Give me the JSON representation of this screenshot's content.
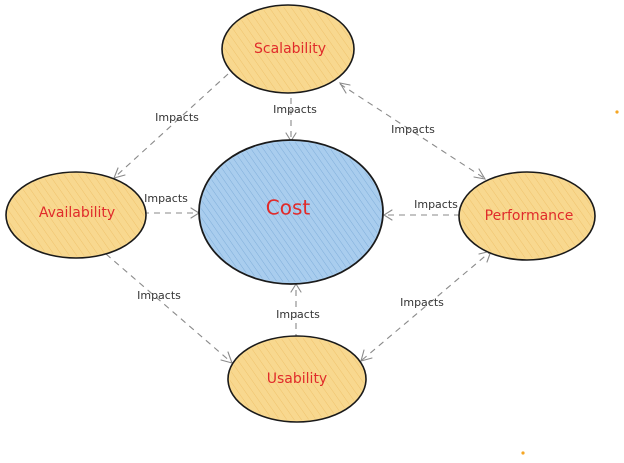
{
  "nodes": {
    "scalability": "Scalability",
    "availability": "Availability",
    "cost": "Cost",
    "performance": "Performance",
    "usability": "Usability"
  },
  "edges": {
    "scalability_to_cost": "Impacts",
    "scalability_to_availability": "Impacts",
    "scalability_performance": "Impacts",
    "availability_to_cost": "Impacts",
    "performance_to_cost": "Impacts",
    "availability_to_usability": "Impacts",
    "usability_to_cost": "Impacts",
    "usability_performance": "Impacts"
  },
  "colors": {
    "node_fill": "#f8d88f",
    "center_fill": "#a9cdee",
    "label_text": "#e02b2b",
    "edge_line": "#8a8a8a"
  }
}
